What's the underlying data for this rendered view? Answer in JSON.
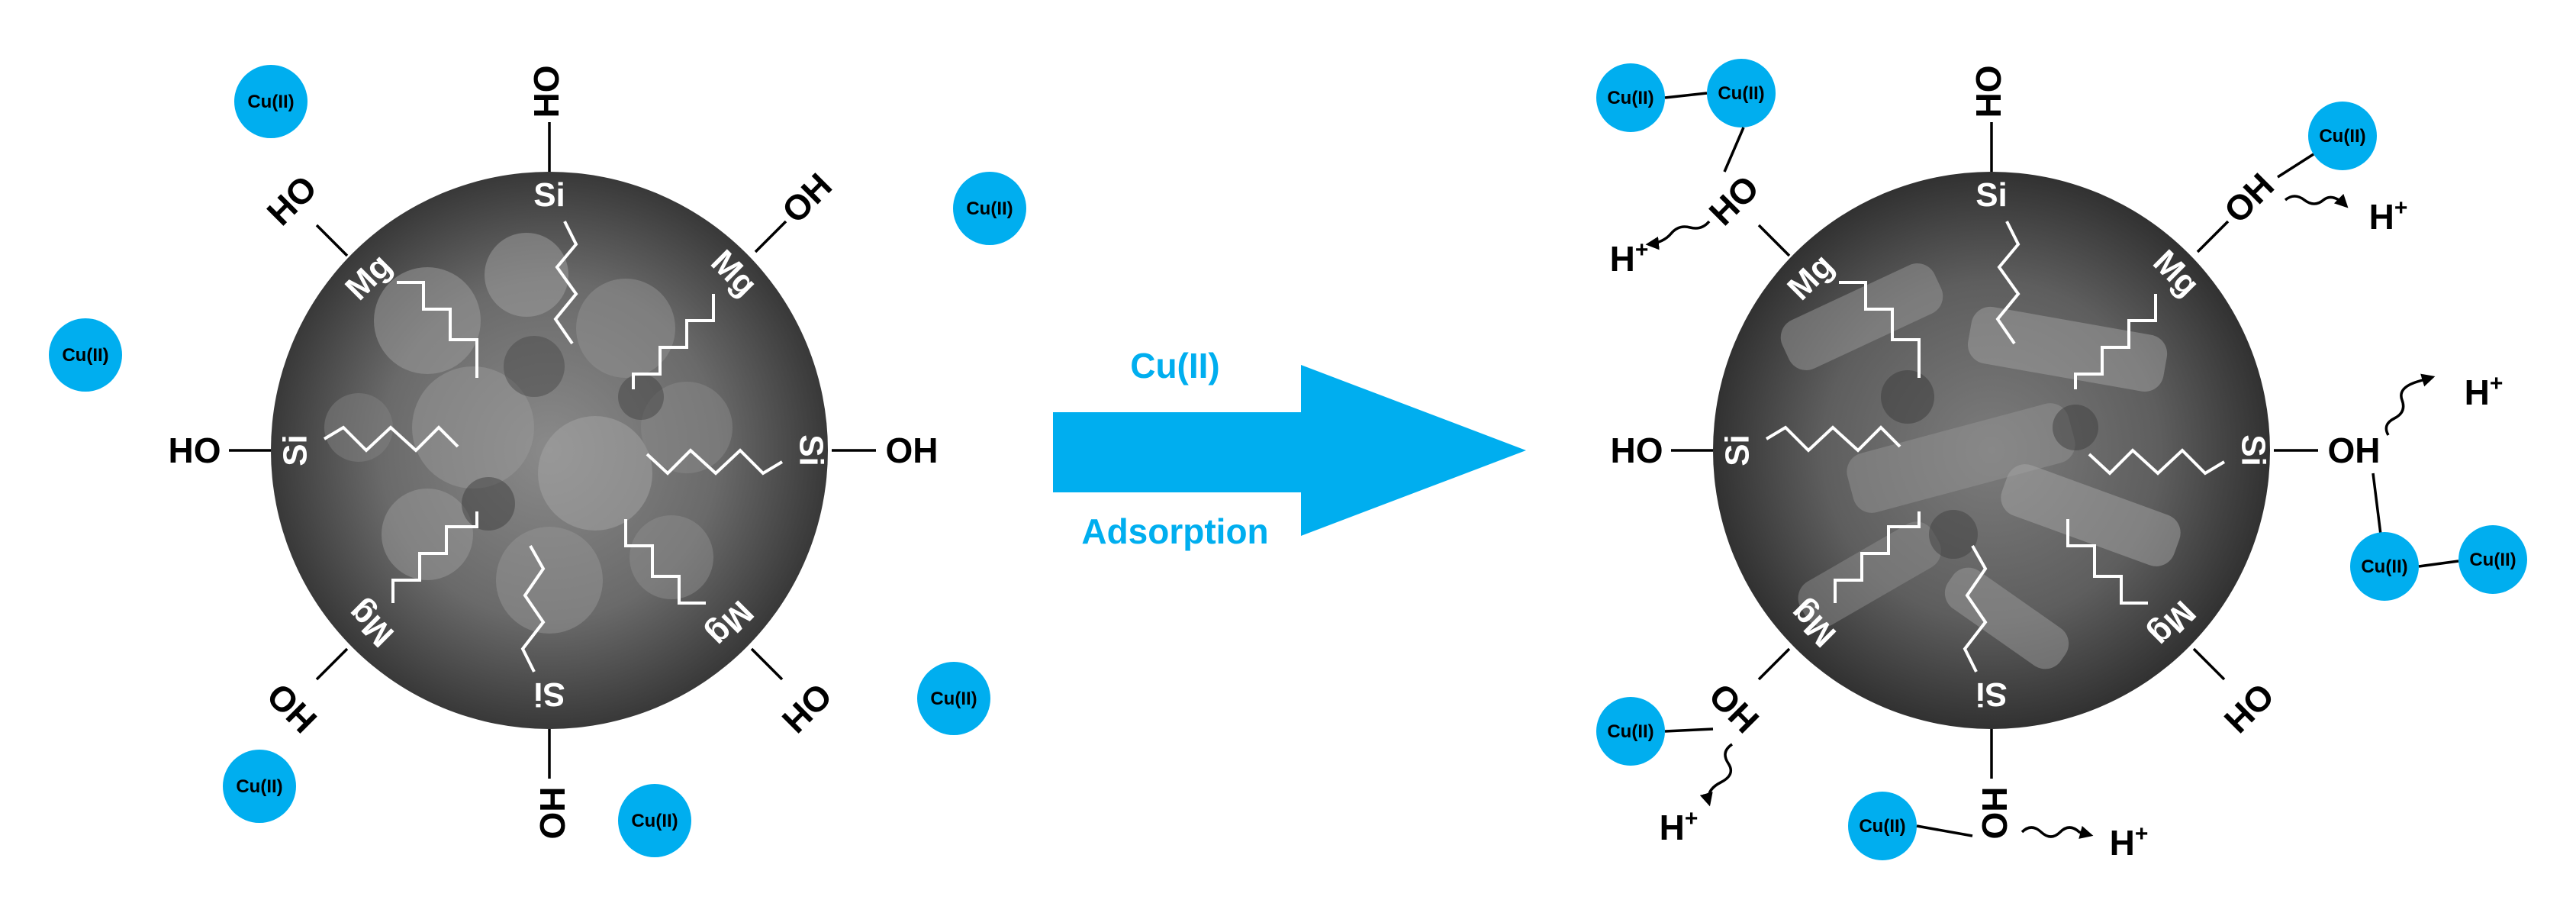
{
  "colors": {
    "ion": "#00aeef",
    "arrow": "#00aeef",
    "bond": "#000000",
    "particle_dark": "#2a2a2a",
    "particle_light": "#8c8c8c"
  },
  "labels": {
    "hydroxyl": "HO",
    "hydroxyl_alt": "OH",
    "silicon": "Si",
    "magnesium": "Mg",
    "copper_ion": "Cu(II)",
    "proton": "H",
    "proton_charge": "+"
  },
  "arrow": {
    "top_label": "Cu(II)",
    "bottom_label": "Adsorption"
  },
  "icons": {
    "surface_chain": "alkyl-chain-icon",
    "proton_release": "wavy-arrow-icon",
    "ion": "copper-ion-circle"
  }
}
